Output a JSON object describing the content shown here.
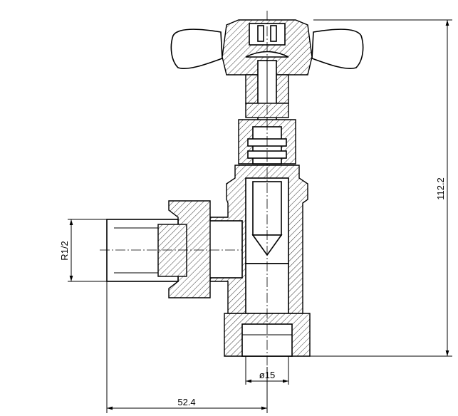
{
  "drawing": {
    "title": "Angled radiator valve with cross-head handle",
    "dimensions": {
      "height": "112.2",
      "thread": "R1/2",
      "pipe_diameter": "ø15",
      "length": "52.4"
    }
  }
}
